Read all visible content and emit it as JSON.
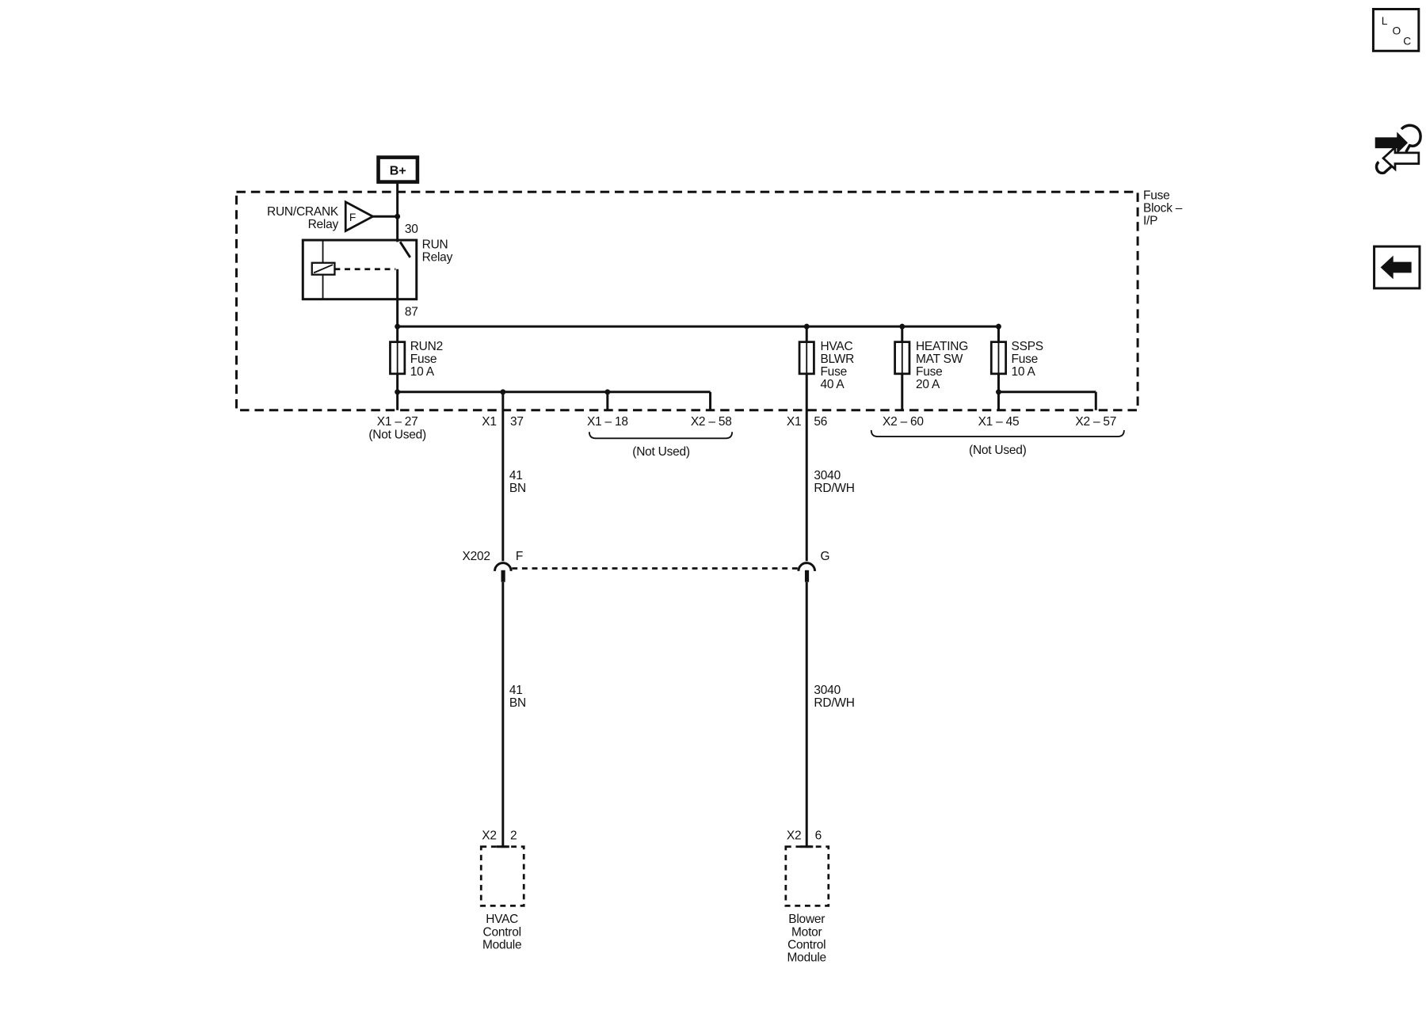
{
  "nav_icons": {
    "locator": {
      "icon": "location-icon",
      "letters": [
        "L",
        "O",
        "C"
      ]
    },
    "repair": {
      "icon": "repair-arrows-icon"
    },
    "back": {
      "icon": "back-arrow-icon"
    }
  },
  "power_source": {
    "label": "B+"
  },
  "fuse_block": {
    "name_lines": [
      "Fuse",
      "Block –",
      "I/P"
    ]
  },
  "run_crank_relay": {
    "name": "RUN/CRANK",
    "type": "Relay",
    "symbol": "F"
  },
  "run_relay": {
    "name": "RUN",
    "type": "Relay",
    "pin_in": "30",
    "pin_out": "87"
  },
  "fuses": [
    {
      "lines": [
        "RUN2",
        "Fuse",
        "10 A"
      ]
    },
    {
      "lines": [
        "HVAC",
        "BLWR",
        "Fuse",
        "40 A"
      ]
    },
    {
      "lines": [
        "HEATING",
        "MAT SW",
        "Fuse",
        "20 A"
      ]
    },
    {
      "lines": [
        "SSPS",
        "Fuse",
        "10 A"
      ]
    }
  ],
  "fuse_block_terminals": [
    {
      "label": "X1 – 27",
      "note": "(Not Used)"
    },
    {
      "connector": "X1",
      "pin": "37"
    },
    {
      "label": "X1 – 18"
    },
    {
      "label": "X2 – 58"
    },
    {
      "connector": "X1",
      "pin": "56"
    },
    {
      "label": "X2 – 60"
    },
    {
      "label": "X1 – 45"
    },
    {
      "label": "X2 – 57"
    }
  ],
  "not_used_groups": [
    {
      "note": "(Not Used)"
    },
    {
      "note": "(Not Used)"
    }
  ],
  "wires": [
    {
      "circuit": "41",
      "color": "BN"
    },
    {
      "circuit": "3040",
      "color": "RD/WH"
    }
  ],
  "inline_connector": {
    "name": "X202",
    "pins": [
      "F",
      "G"
    ]
  },
  "modules": [
    {
      "connector": "X2",
      "pin": "2",
      "name_lines": [
        "HVAC",
        "Control",
        "Module"
      ]
    },
    {
      "connector": "X2",
      "pin": "6",
      "name_lines": [
        "Blower",
        "Motor",
        "Control",
        "Module"
      ]
    }
  ]
}
